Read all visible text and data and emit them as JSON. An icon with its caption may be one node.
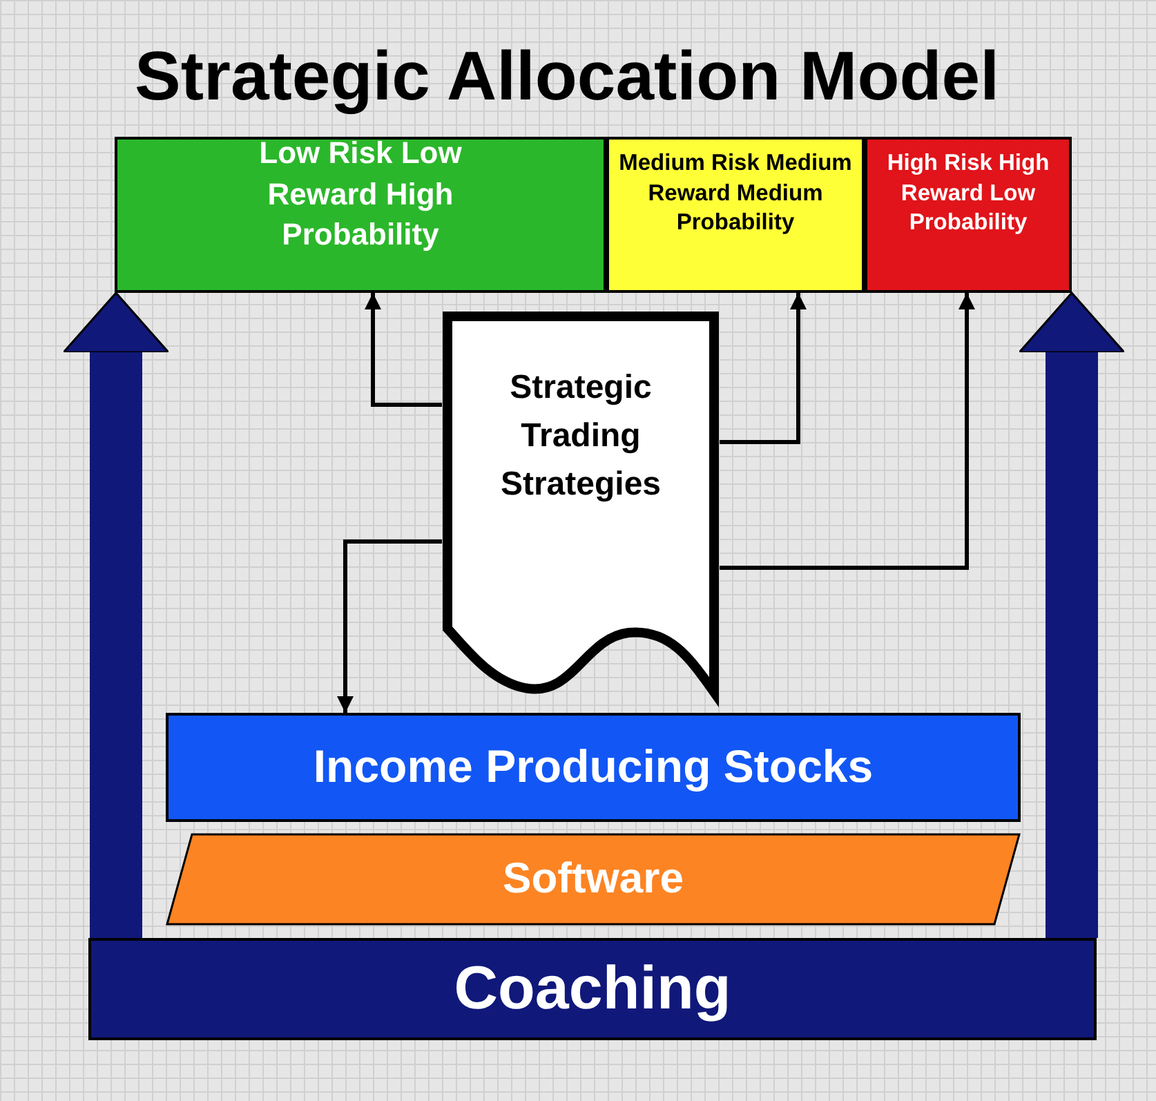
{
  "diagram": {
    "title": "Strategic Allocation Model",
    "nodes": [
      {
        "text": [
          "Low Risk Low Reward High Probability"
        ]
      },
      {
        "text": [
          "Medium Risk Medium Reward Medium Probability"
        ]
      },
      {
        "text": [
          "High Risk High Reward Low Probability"
        ]
      },
      {
        "text": [
          "Strategic Trading Strategies"
        ]
      },
      {
        "text": [
          "Income Producing Stocks"
        ]
      },
      {
        "text": [
          "Software"
        ]
      },
      {
        "text": [
          "Coaching"
        ]
      }
    ],
    "edges": [
      {
        "from": 3,
        "to": 0,
        "arrow": "to"
      },
      {
        "from": 3,
        "to": 1,
        "arrow": "to"
      },
      {
        "from": 3,
        "to": 2,
        "arrow": "to"
      },
      {
        "from": 3,
        "to": 4,
        "arrow": "to"
      },
      {
        "from": 6,
        "to": 0,
        "arrow": "to",
        "style": "thick",
        "color": "#10187a"
      },
      {
        "from": 6,
        "to": 2,
        "arrow": "to",
        "style": "thick",
        "color": "#10187a"
      }
    ]
  }
}
